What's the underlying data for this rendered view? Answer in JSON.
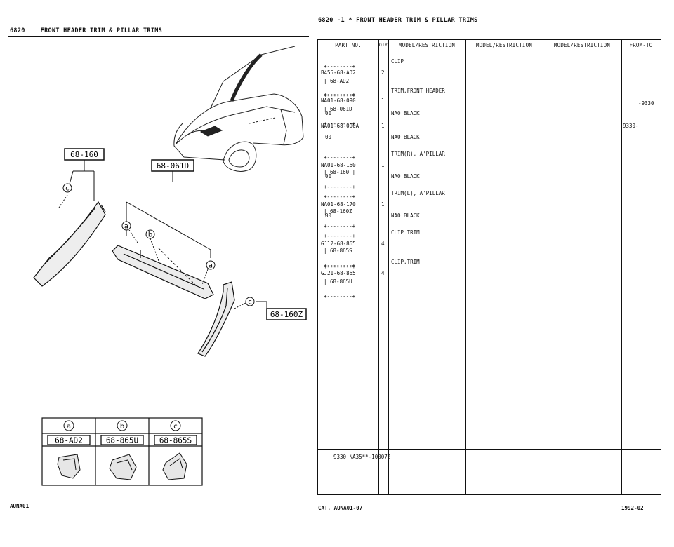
{
  "header": {
    "left_code": "6820",
    "left_title": "FRONT HEADER TRIM & PILLAR TRIMS",
    "right_title": "6820 -1 * FRONT HEADER TRIM & PILLAR TRIMS"
  },
  "illustration": {
    "callouts": [
      "68-160",
      "68-061D",
      "68-160Z"
    ],
    "letters": [
      "a",
      "b",
      "c"
    ],
    "legend": [
      {
        "letter": "a",
        "part": "68-AD2"
      },
      {
        "letter": "b",
        "part": "68-865U"
      },
      {
        "letter": "c",
        "part": "68-865S"
      }
    ]
  },
  "table": {
    "columns": [
      "PART NO.",
      "QTY",
      "MODEL/RESTRICTION",
      "MODEL/RESTRICTION",
      "MODEL/RESTRICTION",
      "FROM-TO"
    ],
    "groups": [
      {
        "box": "68-AD2",
        "rows": [
          {
            "part": "B455-68-AD2",
            "qty": "2",
            "desc": "CLIP",
            "from_to": ""
          }
        ]
      },
      {
        "box": "68-061D",
        "rows": [
          {
            "part": "NA01-68-090",
            "qty": "1",
            "desc": "TRIM,FRONT HEADER",
            "from_to": "-9330"
          },
          {
            "part": "00",
            "qty": "",
            "desc": "NAO BLACK",
            "from_to": ""
          },
          {
            "part": "NA01-68-090A",
            "qty": "1",
            "desc": "",
            "from_to": "9330-"
          },
          {
            "part": "00",
            "qty": "",
            "desc": "NAO BLACK",
            "from_to": ""
          }
        ]
      },
      {
        "box": "68-160",
        "rows": [
          {
            "part": "NA01-68-160",
            "qty": "1",
            "desc": "TRIM(R),'A'PILLAR",
            "from_to": ""
          },
          {
            "part": "00",
            "qty": "",
            "desc": "NAO BLACK",
            "from_to": ""
          }
        ]
      },
      {
        "box": "68-160Z",
        "rows": [
          {
            "part": "NA01-68-170",
            "qty": "1",
            "desc": "TRIM(L),'A'PILLAR",
            "from_to": ""
          },
          {
            "part": "00",
            "qty": "",
            "desc": "NAO BLACK",
            "from_to": ""
          }
        ]
      },
      {
        "box": "68-865S",
        "rows": [
          {
            "part": "GJ12-68-865",
            "qty": "4",
            "desc": "CLIP TRIM",
            "from_to": ""
          }
        ]
      },
      {
        "box": "68-865U",
        "rows": [
          {
            "part": "GJ21-68-865",
            "qty": "4",
            "desc": "CLIP,TRIM",
            "from_to": ""
          }
        ]
      }
    ],
    "footer_note": "9330 NA35**-100072"
  },
  "footer": {
    "left": "AUNA01",
    "middle": "CAT. AUNA01-07",
    "right": "1992-02"
  }
}
